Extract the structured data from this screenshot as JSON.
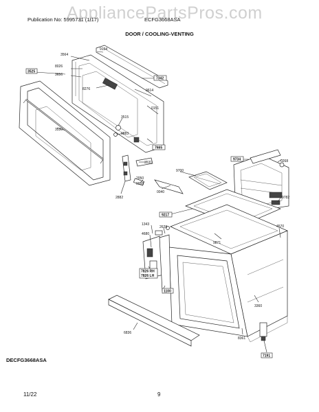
{
  "header": {
    "watermark": "AppliancePartsPros.com",
    "publication": "Publication No: 5995731 (1/17)",
    "model_code": "ECFG3668ASA",
    "section_title": "DOOR / COOLING-VENTING"
  },
  "footer": {
    "model": "DECFG3668ASA",
    "date": "11/22",
    "page_number": "9"
  },
  "part_labels": {
    "p3525": "3525",
    "p3530": "3530",
    "p3564": "3564",
    "p9134": "9134",
    "p8026": "8026",
    "p3656": "3656",
    "p8276": "8276",
    "p7342": "7342",
    "p9614": "9614",
    "p0151": "0151",
    "p7665": "7665",
    "p3515": "3515",
    "p0883": "0883",
    "p3531": "3531",
    "p2050": "2050",
    "p0008": "0008",
    "p2882": "2882",
    "p9700": "9700",
    "p0040": "0040",
    "p9734": "9734",
    "p0268": "0268",
    "p9782": "9782",
    "p9217": "9217",
    "p1343": "1343",
    "p2628": "2628",
    "p4680": "4680",
    "p9871": "9871",
    "p4570": "4570",
    "p7826rh": "7826 RH",
    "p7826lh": "7826 LH",
    "p1100": "1100",
    "p6836": "6836",
    "p3360": "3360",
    "p8361": "8361",
    "p7191": "7191"
  }
}
